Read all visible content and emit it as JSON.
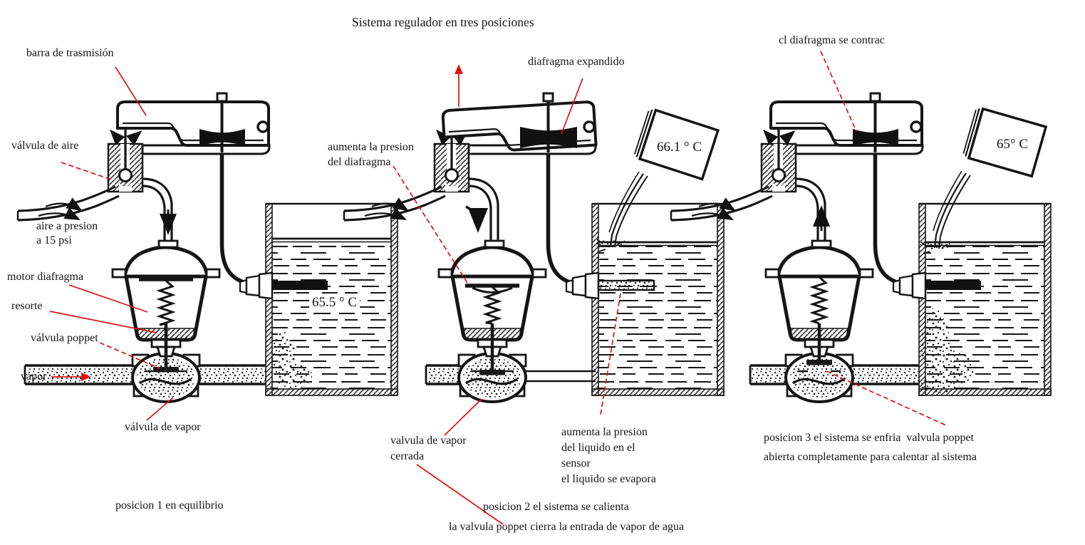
{
  "title": "Sistema regulador en tres posiciones",
  "colors": {
    "annotation_red": "#e01212",
    "ink": "#151515"
  },
  "unit1": {
    "barra_de_trasmision": "barra de trasmisión",
    "valvula_de_aire": "válvula de aire",
    "aire_a_presion": "aire a presion\na 15 psi",
    "motor_diafragma": "motor diafragma",
    "resorte": "resorte",
    "valvula_poppet": "válvula poppet",
    "vapor": "vapor",
    "valvula_de_vapor": "válvula de vapor",
    "tank_temp": "65.5 ° C",
    "caption": "posicion 1 en equilibrio"
  },
  "unit2": {
    "diafragma_expandido": "diafragma expandido",
    "aumenta_presion_diafragma": "aumenta la presion\ndel diafragma",
    "bucket_temp": "66.1 ° C",
    "valvula_vapor_cerrada": "valvula de vapor\ncerrada",
    "aumenta_presion_liquido": "aumenta la presion\ndel liquido en el\nsensor\nel liquido se evapora",
    "caption_line1": "posicion 2 el sistema se calienta",
    "caption_line2": "la valvula poppet cierra la entrada de vapor de agua"
  },
  "unit3": {
    "diafragma_se_contrae": "cl diafragma se contrac",
    "bucket_temp": "65° C",
    "caption": "posicion 3 el sistema se enfria  valvula poppet\nabierta completamente para calentar al sistema"
  }
}
